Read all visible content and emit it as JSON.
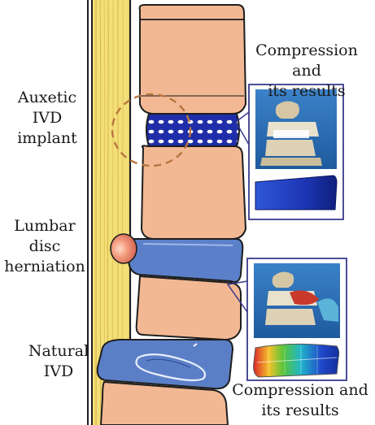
{
  "labels": {
    "auxetic": [
      "Auxetic",
      "IVD",
      "implant"
    ],
    "herniation": [
      "Lumbar",
      "disc",
      "herniation"
    ],
    "natural": [
      "Natural",
      "IVD"
    ],
    "compression_top": [
      "Compression and",
      "its results"
    ],
    "compression_bottom": [
      "Compression and",
      "its results"
    ]
  },
  "colors": {
    "vertebra": "#f2b894",
    "vertebra_stroke": "#1e1e1e",
    "disc": "#5b7fc7",
    "disc_dark": "#2f4e98",
    "implant": "#1f2ea8",
    "nerve": "#f1dc6a",
    "nerve_edge": "#caa23b",
    "dashed_circle": "#b8753f",
    "panel_border": "#3a3a8c",
    "photo_bg": "#2f6fb5",
    "herniation": "#f3a27f"
  },
  "icons": {
    "photo_top": "spine-model-photo-icon",
    "fea_top": "fea-blue-result-icon",
    "photo_bottom": "herniated-spine-photo-icon",
    "fea_bottom": "fea-rainbow-result-icon"
  }
}
